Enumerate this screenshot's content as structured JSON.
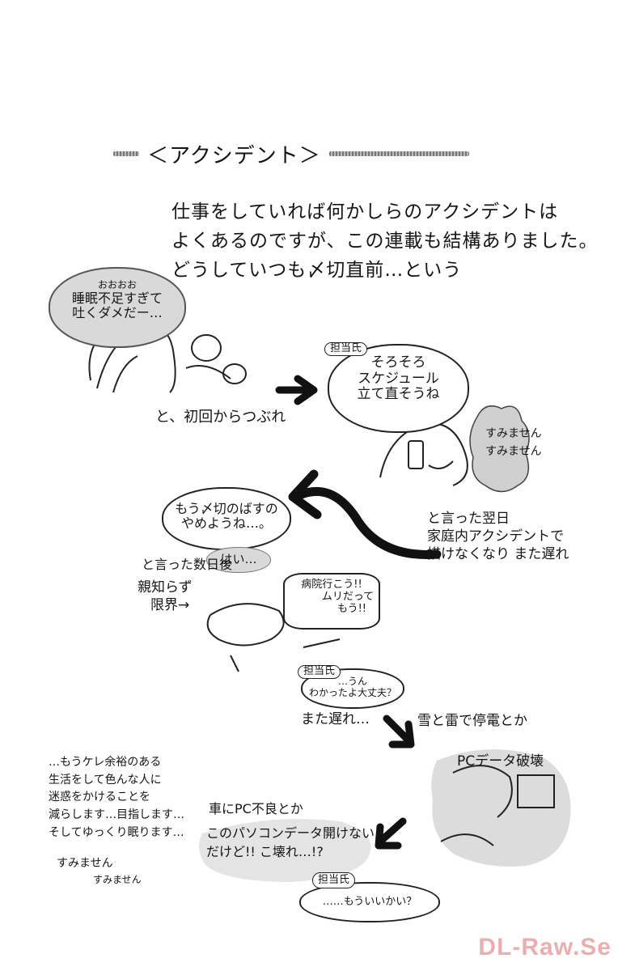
{
  "title": "＜アクシデント＞",
  "intro": [
    "仕事をしていれば何かしらのアクシデントは",
    "よくあるのですが、この連載も結構ありました。",
    "どうしていつも〆切直前…という"
  ],
  "scene1": {
    "bubble": [
      "おおおお",
      "睡眠不足すぎて",
      "吐くダメだー…"
    ],
    "caption": "と、初回からつぶれ"
  },
  "scene2": {
    "tag": "担当氏",
    "bubble": [
      "そろそろ",
      "スケジュール",
      "立て直そうね"
    ],
    "apology": [
      "すみません",
      "すみません"
    ]
  },
  "scene3": {
    "caption": [
      "と言った翌日",
      "家庭内アクシデントで",
      "描けなくなり また遅れ"
    ]
  },
  "scene4": {
    "bubble": [
      "もう〆切のばすの",
      "やめようね…。"
    ],
    "reply": "はい…",
    "caption1": "と言った数日後",
    "caption2": [
      "親知らず",
      "限界→"
    ],
    "hospital": [
      "病院行こう!!",
      "ムリだって",
      "もう!!"
    ],
    "tag": "担当氏",
    "editor_line": [
      "…うん",
      "わかったよ大丈夫？"
    ],
    "late_again": "また遅れ…"
  },
  "scene5": {
    "caption": "雪と雷で停電とか",
    "pc": "PCデータ破壊",
    "car": "車にPC不良とか",
    "pc_line": [
      "このパソコンデータ開けないん",
      "だけど!! こ壊れ…!?"
    ],
    "tag": "担当氏",
    "editor_line": "……もういいかい？"
  },
  "closing": {
    "lines": [
      "…もうケレ余裕のある",
      "生活をして色んな人に",
      "迷惑をかけることを",
      "減らします…目指します…",
      "そしてゆっくり眠ります…"
    ],
    "sign1": "すみません",
    "sign2": "すみません"
  },
  "watermark": "DL-Raw.Se"
}
